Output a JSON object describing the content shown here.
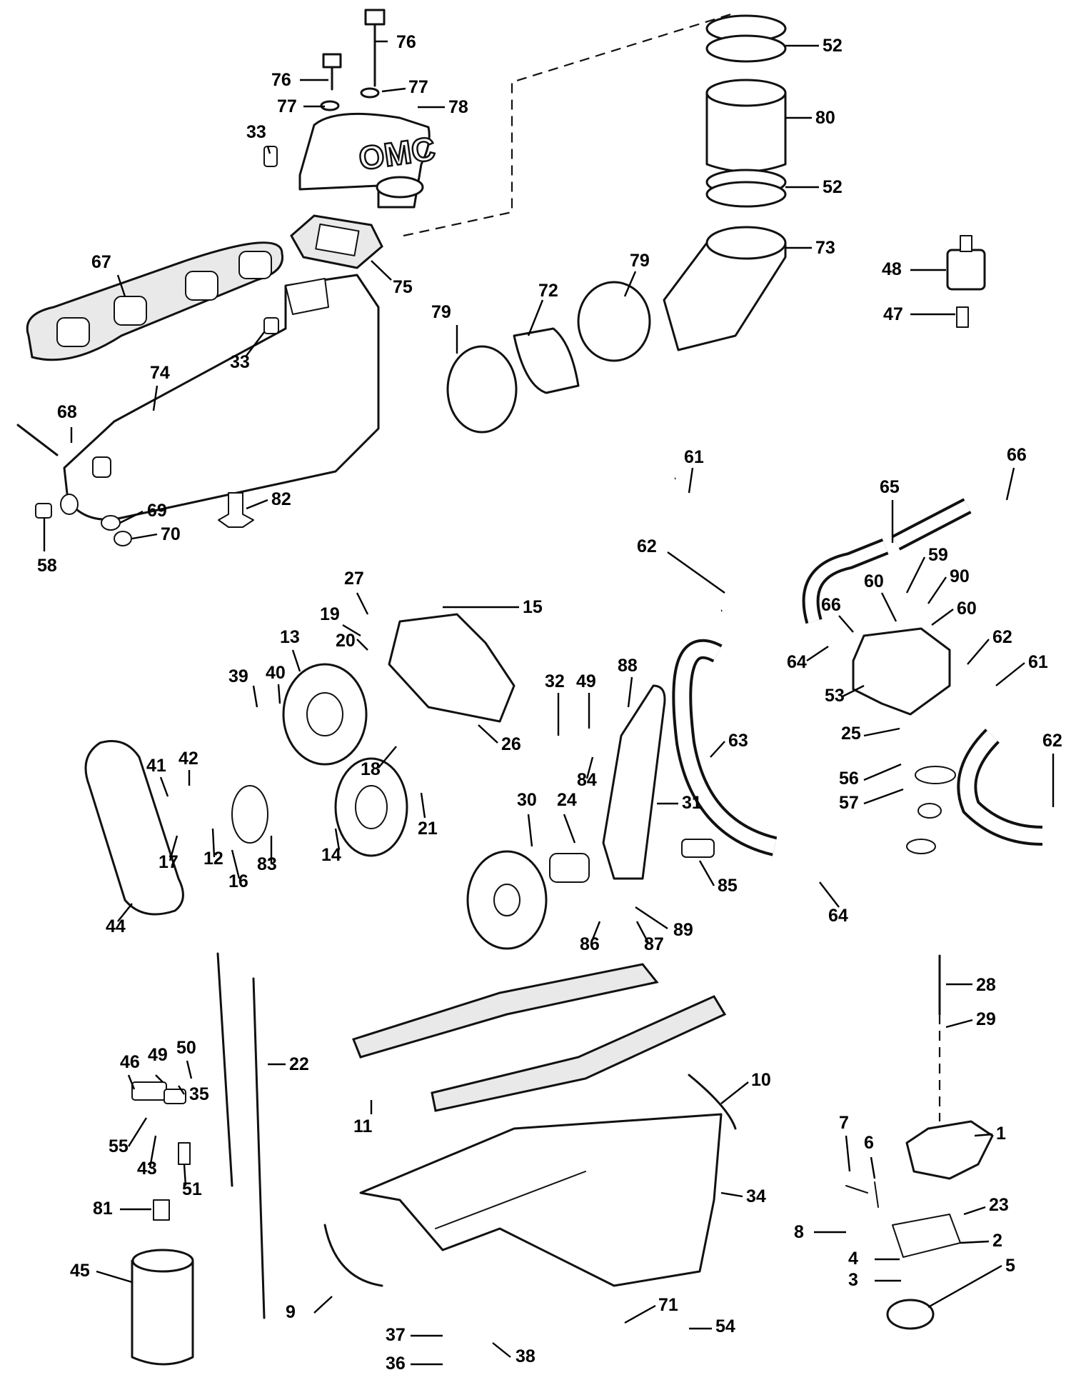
{
  "diagram": {
    "brand_logo": "OMC",
    "callouts": [
      {
        "id": "c1",
        "label": "1"
      },
      {
        "id": "c2",
        "label": "2"
      },
      {
        "id": "c3",
        "label": "3"
      },
      {
        "id": "c4",
        "label": "4"
      },
      {
        "id": "c5",
        "label": "5"
      },
      {
        "id": "c6",
        "label": "6"
      },
      {
        "id": "c7",
        "label": "7"
      },
      {
        "id": "c8",
        "label": "8"
      },
      {
        "id": "c9",
        "label": "9"
      },
      {
        "id": "c10",
        "label": "10"
      },
      {
        "id": "c11",
        "label": "11"
      },
      {
        "id": "c12",
        "label": "12"
      },
      {
        "id": "c13",
        "label": "13"
      },
      {
        "id": "c14",
        "label": "14"
      },
      {
        "id": "c15",
        "label": "15"
      },
      {
        "id": "c16",
        "label": "16"
      },
      {
        "id": "c17",
        "label": "17"
      },
      {
        "id": "c18",
        "label": "18"
      },
      {
        "id": "c19",
        "label": "19"
      },
      {
        "id": "c20",
        "label": "20"
      },
      {
        "id": "c21",
        "label": "21"
      },
      {
        "id": "c22",
        "label": "22"
      },
      {
        "id": "c23",
        "label": "23"
      },
      {
        "id": "c24",
        "label": "24"
      },
      {
        "id": "c25",
        "label": "25"
      },
      {
        "id": "c26",
        "label": "26"
      },
      {
        "id": "c27",
        "label": "27"
      },
      {
        "id": "c28",
        "label": "28"
      },
      {
        "id": "c29",
        "label": "29"
      },
      {
        "id": "c30",
        "label": "30"
      },
      {
        "id": "c31",
        "label": "31"
      },
      {
        "id": "c32",
        "label": "32"
      },
      {
        "id": "c33a",
        "label": "33"
      },
      {
        "id": "c33b",
        "label": "33"
      },
      {
        "id": "c34",
        "label": "34"
      },
      {
        "id": "c35",
        "label": "35"
      },
      {
        "id": "c36",
        "label": "36"
      },
      {
        "id": "c37",
        "label": "37"
      },
      {
        "id": "c38",
        "label": "38"
      },
      {
        "id": "c39",
        "label": "39"
      },
      {
        "id": "c40",
        "label": "40"
      },
      {
        "id": "c41",
        "label": "41"
      },
      {
        "id": "c42",
        "label": "42"
      },
      {
        "id": "c43",
        "label": "43"
      },
      {
        "id": "c44",
        "label": "44"
      },
      {
        "id": "c45",
        "label": "45"
      },
      {
        "id": "c46",
        "label": "46"
      },
      {
        "id": "c47",
        "label": "47"
      },
      {
        "id": "c48",
        "label": "48"
      },
      {
        "id": "c49a",
        "label": "49"
      },
      {
        "id": "c49b",
        "label": "49"
      },
      {
        "id": "c50",
        "label": "50"
      },
      {
        "id": "c51",
        "label": "51"
      },
      {
        "id": "c52a",
        "label": "52"
      },
      {
        "id": "c52b",
        "label": "52"
      },
      {
        "id": "c53",
        "label": "53"
      },
      {
        "id": "c54",
        "label": "54"
      },
      {
        "id": "c55",
        "label": "55"
      },
      {
        "id": "c56",
        "label": "56"
      },
      {
        "id": "c57",
        "label": "57"
      },
      {
        "id": "c58",
        "label": "58"
      },
      {
        "id": "c59",
        "label": "59"
      },
      {
        "id": "c60a",
        "label": "60"
      },
      {
        "id": "c60b",
        "label": "60"
      },
      {
        "id": "c61a",
        "label": "61"
      },
      {
        "id": "c61b",
        "label": "61"
      },
      {
        "id": "c62a",
        "label": "62"
      },
      {
        "id": "c62b",
        "label": "62"
      },
      {
        "id": "c62c",
        "label": "62"
      },
      {
        "id": "c63",
        "label": "63"
      },
      {
        "id": "c64a",
        "label": "64"
      },
      {
        "id": "c64b",
        "label": "64"
      },
      {
        "id": "c65",
        "label": "65"
      },
      {
        "id": "c66a",
        "label": "66"
      },
      {
        "id": "c66b",
        "label": "66"
      },
      {
        "id": "c67",
        "label": "67"
      },
      {
        "id": "c68",
        "label": "68"
      },
      {
        "id": "c69",
        "label": "69"
      },
      {
        "id": "c70",
        "label": "70"
      },
      {
        "id": "c71",
        "label": "71"
      },
      {
        "id": "c72",
        "label": "72"
      },
      {
        "id": "c73",
        "label": "73"
      },
      {
        "id": "c74",
        "label": "74"
      },
      {
        "id": "c75",
        "label": "75"
      },
      {
        "id": "c76a",
        "label": "76"
      },
      {
        "id": "c76b",
        "label": "76"
      },
      {
        "id": "c77a",
        "label": "77"
      },
      {
        "id": "c77b",
        "label": "77"
      },
      {
        "id": "c78",
        "label": "78"
      },
      {
        "id": "c79a",
        "label": "79"
      },
      {
        "id": "c79b",
        "label": "79"
      },
      {
        "id": "c80",
        "label": "80"
      },
      {
        "id": "c81",
        "label": "81"
      },
      {
        "id": "c82",
        "label": "82"
      },
      {
        "id": "c83",
        "label": "83"
      },
      {
        "id": "c84",
        "label": "84"
      },
      {
        "id": "c85",
        "label": "85"
      },
      {
        "id": "c86",
        "label": "86"
      },
      {
        "id": "c87",
        "label": "87"
      },
      {
        "id": "c88",
        "label": "88"
      },
      {
        "id": "c89",
        "label": "89"
      },
      {
        "id": "c90",
        "label": "90"
      }
    ]
  }
}
